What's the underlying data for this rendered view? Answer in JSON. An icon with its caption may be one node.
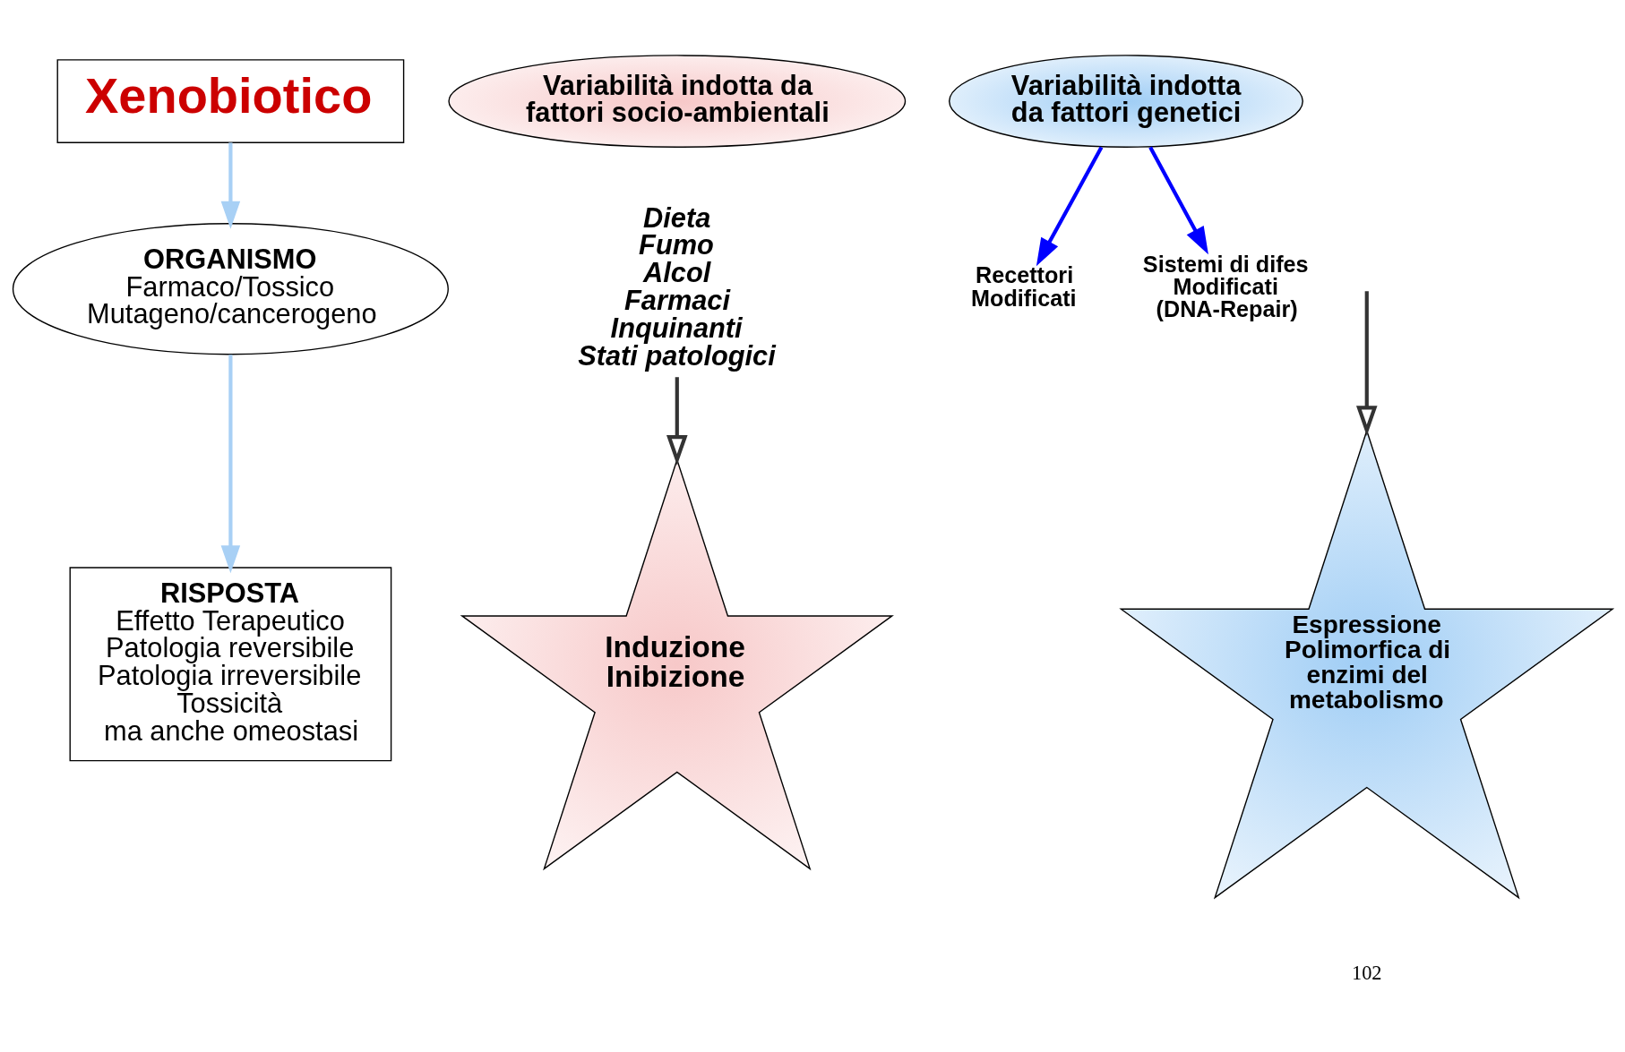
{
  "diagram": {
    "nodes": [
      {
        "text": [
          "Xenobiotico"
        ]
      },
      {
        "text": [
          "Variabilità indotta da fattori socio-ambientali"
        ]
      },
      {
        "text": [
          "Variabilità indotta da fattori genetici"
        ]
      },
      {
        "text": [
          "Dieta",
          "Fumo",
          "Alcol",
          "Farmaci",
          "Inquinanti",
          "Stati patologici"
        ]
      },
      {
        "text": [
          "ORGANISMO",
          "Farmaco/Tossico",
          "Mutageno/cancerogeno"
        ]
      },
      {
        "text": [
          "Recettori Modificati"
        ]
      },
      {
        "text": [
          "Sistemi di difes Modificati (DNA-Repair)"
        ]
      },
      {
        "text": [
          "RISPOSTA",
          "Effetto Terapeutico",
          "Patologia reversibile",
          "Patologia irreversibile",
          "Tossicità",
          "ma anche omeostasi"
        ]
      },
      {
        "text": [
          "Induzione Inibizione"
        ]
      },
      {
        "text": [
          "Espressione Polimorfica di enzimi del metabolismo"
        ]
      }
    ],
    "edges": [
      {
        "from": 0,
        "to": 4,
        "arrow": "to",
        "color": "#a8d0f5"
      },
      {
        "from": 4,
        "to": 7,
        "arrow": "to",
        "color": "#a8d0f5"
      },
      {
        "from": 3,
        "to": 8,
        "arrow": "to",
        "color": "#333333"
      },
      {
        "from": 2,
        "to": 5,
        "arrow": "to",
        "color": "#0000ff"
      },
      {
        "from": 2,
        "to": 6,
        "arrow": "to",
        "color": "#0000ff"
      },
      {
        "from": null,
        "to": 9,
        "arrow": "to",
        "color": "#333333"
      }
    ],
    "labels": [
      "102"
    ]
  }
}
